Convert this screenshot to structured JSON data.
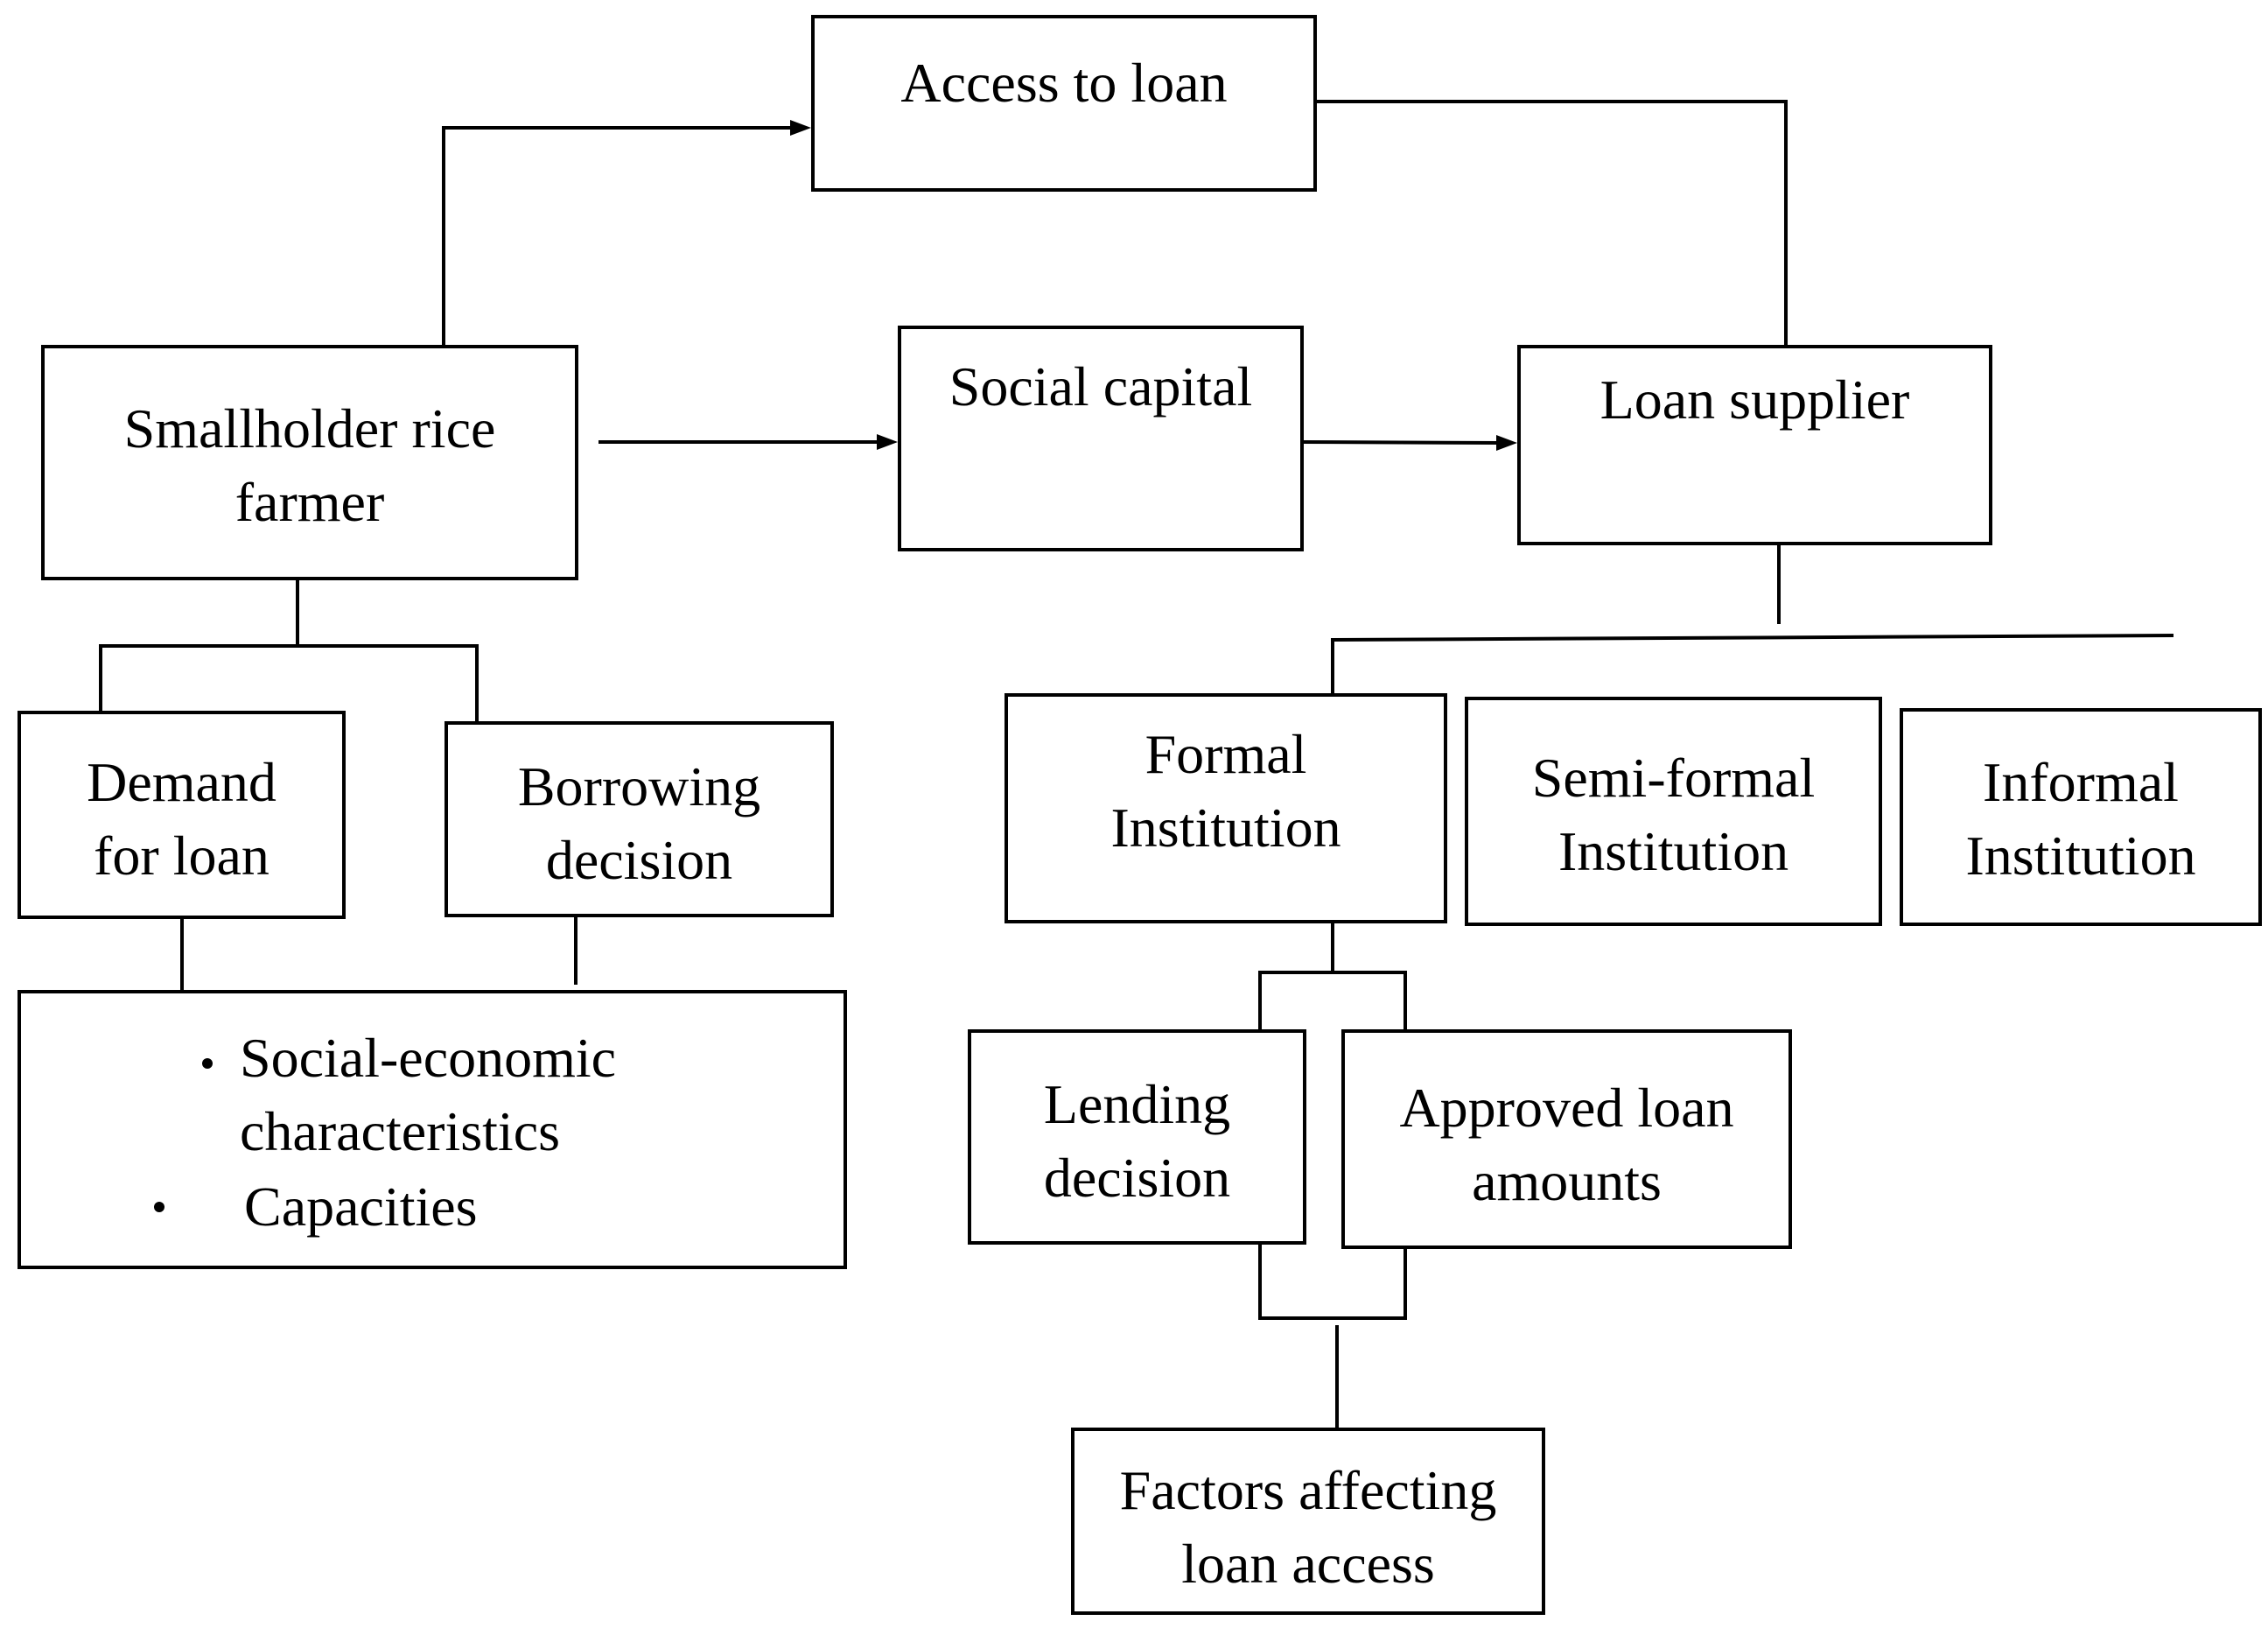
{
  "colors": {
    "line": "#000000",
    "border": "#000000",
    "background": "#ffffff",
    "text": "#000000"
  },
  "nodes": {
    "access_to_loan": {
      "lines": [
        "Access to loan"
      ]
    },
    "smallholder_farmer": {
      "lines": [
        "Smallholder rice",
        "farmer"
      ]
    },
    "social_capital": {
      "lines": [
        "Social capital"
      ]
    },
    "loan_supplier": {
      "lines": [
        "Loan supplier"
      ]
    },
    "demand_for_loan": {
      "lines": [
        "Demand",
        "for loan"
      ]
    },
    "borrowing_decision": {
      "lines": [
        "Borrowing",
        "decision"
      ]
    },
    "farmer_attributes": {
      "items": [
        {
          "lines": [
            "Social-economic",
            "characteristics"
          ]
        },
        {
          "lines": [
            "Capacities"
          ]
        }
      ]
    },
    "formal_institution": {
      "lines": [
        "Formal",
        "Institution"
      ]
    },
    "semi_formal_institution": {
      "lines": [
        "Semi-formal",
        "Institution"
      ]
    },
    "informal_institution": {
      "lines": [
        "Informal",
        "Institution"
      ]
    },
    "lending_decision": {
      "lines": [
        "Lending",
        "decision"
      ]
    },
    "approved_loan_amounts": {
      "lines": [
        "Approved loan",
        "amounts"
      ]
    },
    "factors_affecting_loan_access": {
      "lines": [
        "Factors affecting",
        "loan access"
      ]
    }
  }
}
